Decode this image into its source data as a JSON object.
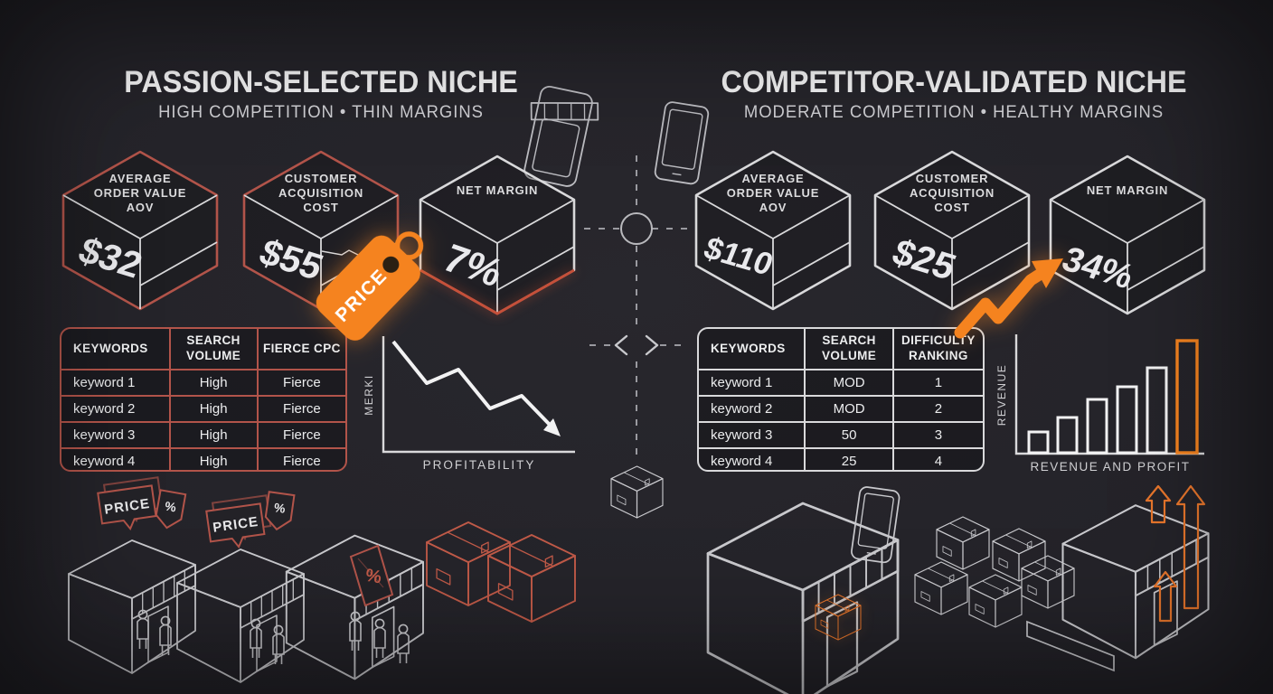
{
  "colors": {
    "background": "#232228",
    "accent_orange": "#f5831f",
    "accent_red": "#b2544a",
    "line_white": "#d9d9db",
    "text_white": "#f3f3f4",
    "text_muted": "#cfcfd3"
  },
  "left": {
    "title": "PASSION-SELECTED NICHE",
    "subtitle": "HIGH COMPETITION  •  THIN MARGINS",
    "cubes": [
      {
        "line1": "AVERAGE",
        "line2": "ORDER VALUE",
        "line3": "AOV",
        "value": "$32"
      },
      {
        "line1": "CUSTOMER",
        "line2": "ACQUISITION",
        "line3": "COST",
        "value": "$55"
      },
      {
        "line1": "NET MARGIN",
        "value": "7%"
      }
    ],
    "price_tag_label": "PRICE",
    "table": {
      "headers": [
        "KEYWORDS",
        "SEARCH VOLUME",
        "FIERCE CPC"
      ],
      "rows": [
        [
          "keyword 1",
          "High",
          "Fierce"
        ],
        [
          "keyword 2",
          "High",
          "Fierce"
        ],
        [
          "keyword 3",
          "High",
          "Fierce"
        ],
        [
          "keyword 4",
          "High",
          "Fierce"
        ]
      ]
    },
    "chart": {
      "ylabel": "MERKI",
      "xlabel": "PROFITABILITY"
    },
    "signs": {
      "price1": "PRICE",
      "price2": "PRICE",
      "pct1": "%",
      "pct2": "%",
      "pct3": "%"
    }
  },
  "right": {
    "title": "COMPETITOR-VALIDATED NICHE",
    "subtitle": "MODERATE COMPETITION  •  HEALTHY MARGINS",
    "cubes": [
      {
        "line1": "AVERAGE",
        "line2": "ORDER VALUE",
        "line3": "AOV",
        "value": "$110"
      },
      {
        "line1": "CUSTOMER",
        "line2": "ACQUISITION",
        "line3": "COST",
        "value": "$25"
      },
      {
        "line1": "NET MARGIN",
        "value": "34%"
      }
    ],
    "table": {
      "headers": [
        "KEYWORDS",
        "SEARCH VOLUME",
        "DIFFICULTY RANKING"
      ],
      "rows": [
        [
          "keyword 1",
          "MOD",
          "1"
        ],
        [
          "keyword 2",
          "MOD",
          "2"
        ],
        [
          "keyword 3",
          "50",
          "3"
        ],
        [
          "keyword 4",
          "25",
          "4"
        ]
      ]
    },
    "chart": {
      "ylabel": "REVENUE",
      "xlabel": "REVENUE AND PROFIT"
    }
  },
  "chart_data": [
    {
      "type": "line",
      "title": "Profitability trend of passion-selected niche (declining)",
      "xlabel": "PROFITABILITY",
      "ylabel": "MERKI",
      "x": [
        1,
        2,
        3,
        4,
        5,
        6
      ],
      "y": [
        92,
        59,
        70,
        37,
        47,
        16
      ],
      "ylim": [
        0,
        100
      ],
      "grid": false,
      "line_color": "#ffffff",
      "annotation": "arrow pointing down-right at end"
    },
    {
      "type": "bar",
      "title": "Revenue and profit of competitor-validated niche (ascending)",
      "xlabel": "REVENUE AND PROFIT",
      "ylabel": "REVENUE",
      "categories": [
        "1",
        "2",
        "3",
        "4",
        "5",
        "6"
      ],
      "values": [
        17,
        30,
        45,
        55,
        71,
        94
      ],
      "ylim": [
        0,
        100
      ],
      "grid": false,
      "bar_colors": [
        "#ffffff",
        "#ffffff",
        "#ffffff",
        "#ffffff",
        "#ffffff",
        "#f5831f"
      ],
      "note": "values are relative heights; final orange bar tallest"
    }
  ]
}
